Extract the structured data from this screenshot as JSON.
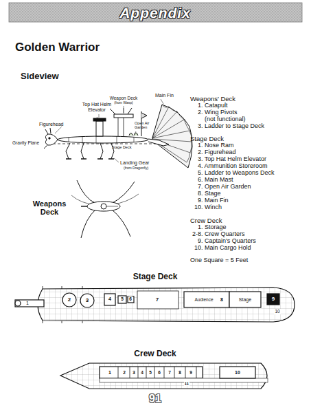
{
  "diagram": {
    "title": "Golden Warrior",
    "labels": [
      "Appendix",
      "Sideview",
      "Weapon Deck",
      "(from Wasp)",
      "Main Fin",
      "Top Hat Helm Elevator",
      "Figurehead",
      "Open Air Garden",
      "Gravity Plane",
      "Stage Deck",
      "Landing Gear",
      "(from Dragonfly)",
      "Weapons Deck",
      "Weapons' Deck",
      "1. Catapult",
      "2. Wing Pivots",
      "(not functional)",
      "3. Ladder to Stage Deck",
      "Stage Deck",
      "1. Nose Ram",
      "2. Figurehead",
      "3. Top Hat Helm Elevator",
      "4. Ammunition Storeroom",
      "5. Ladder to Weapons Deck",
      "6. Main Mast",
      "7. Open Air Garden",
      "8. Stage",
      "9. Main Fin",
      "10. Winch",
      "Crew Deck",
      "1. Storage",
      "2-8. Crew Quarters",
      "9. Captain's Quarters",
      "10. Main Cargo Hold",
      "One Square = 5 Feet",
      "Stage Deck",
      "1",
      "2",
      "3",
      "4",
      "5",
      "6",
      "7",
      "Audience",
      "8",
      "Stage",
      "9",
      "10",
      "Crew Deck",
      "1",
      "2",
      "3",
      "4",
      "5",
      "6",
      "7",
      "8",
      "9",
      "10",
      "11",
      "91"
    ]
  }
}
